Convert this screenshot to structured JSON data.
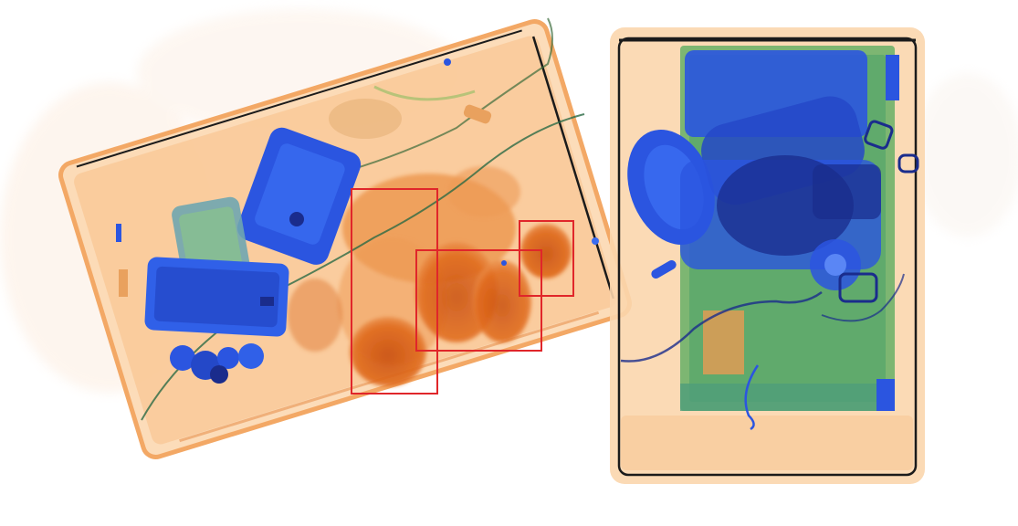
{
  "image": {
    "kind": "x-ray baggage scan",
    "background": "#ffffff",
    "colors": {
      "organic": "#f5a15a",
      "organic_light": "#fbd6ad",
      "organic_dense": "#e2661a",
      "metal": "#2b55e0",
      "metal_dark": "#1a2c8c",
      "mixed": "#6fb16a",
      "frame": "#1b1b1b"
    }
  },
  "scene": {
    "left_bag": {
      "label": "left-suitcase"
    },
    "right_bag": {
      "label": "right-suitcase"
    }
  },
  "detections": {
    "count": 3,
    "box_color": "#e0262a",
    "boxes": [
      {
        "id": "detection-1"
      },
      {
        "id": "detection-2"
      },
      {
        "id": "detection-3"
      }
    ]
  }
}
